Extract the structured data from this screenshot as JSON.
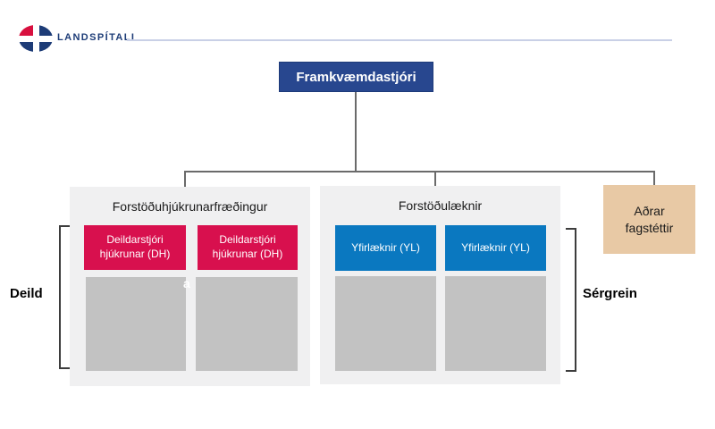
{
  "brand": {
    "name": "LANDSPÍTALI",
    "navy": "#1d3c77",
    "red": "#d8103f"
  },
  "chart": {
    "root": {
      "label": "Framkvæmdastjóri",
      "color": "#28478f"
    },
    "nursing_panel": {
      "title": "Forstöðuhjúkrunarfræðingur",
      "accent": "#d8104e",
      "units": [
        {
          "label": "Deildarstjóri hjúkrunar (DH)"
        },
        {
          "label": "Deildarstjóri hjúkrunar (DH)"
        }
      ]
    },
    "medical_panel": {
      "title": "Forstöðulæknir",
      "accent": "#0a78c0",
      "units": [
        {
          "label": "Yfirlæknir (YL)"
        },
        {
          "label": "Yfirlæknir (YL)"
        }
      ]
    },
    "other_professions_box": {
      "label": "Aðrar fagstéttir",
      "color": "#e8c9a5"
    },
    "left_axis_label": "Deild",
    "right_axis_label": "Sérgrein",
    "stray_character": "a"
  }
}
